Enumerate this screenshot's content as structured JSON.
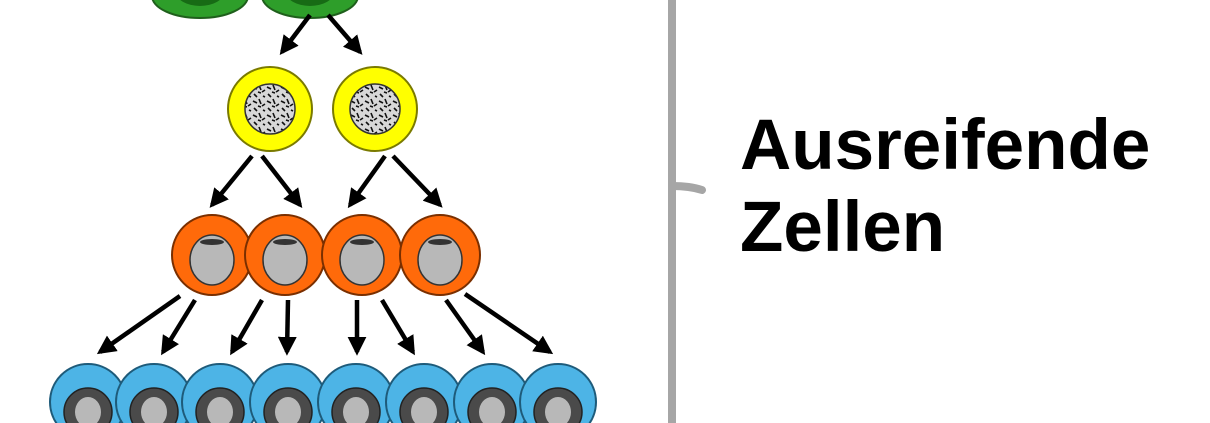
{
  "label": {
    "line1": "Ausreifende",
    "line2": "Zellen"
  },
  "colors": {
    "stem_cells": "#2e9e2a",
    "tier1": "#ffff00",
    "tier2": "#ff6a0a",
    "tier3": "#4db4e6",
    "nucleus": "#b8b8b8",
    "bracket": "#a6a6a6",
    "arrow": "#000000"
  },
  "icons": [
    "cell-icon",
    "arrow-icon",
    "bracket"
  ]
}
